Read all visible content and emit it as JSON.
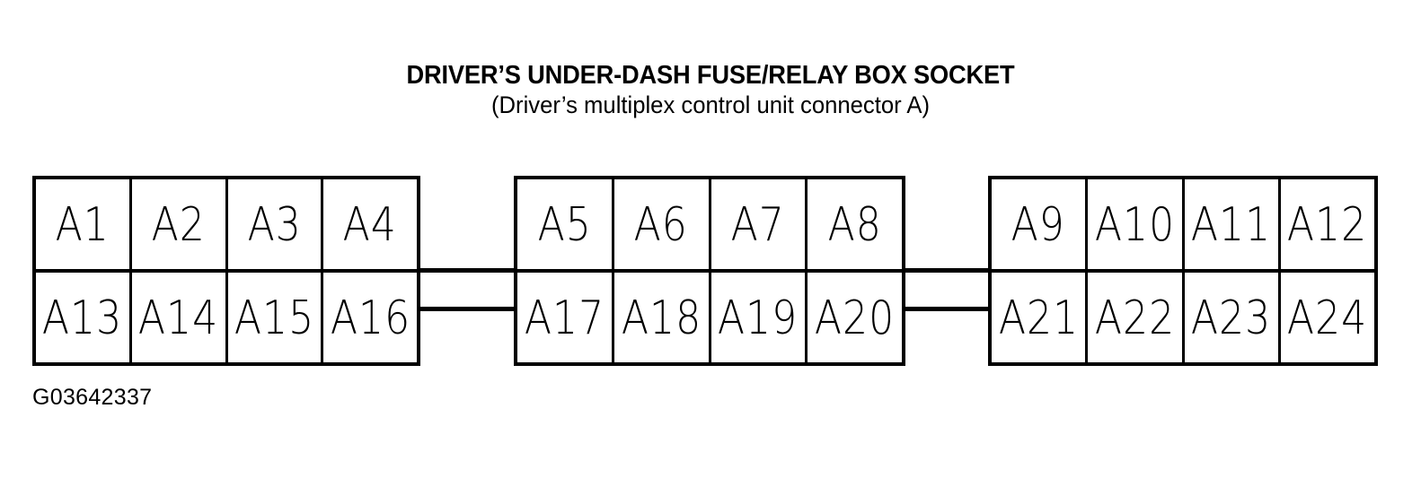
{
  "diagram": {
    "title": "DRIVER’S UNDER-DASH FUSE/RELAY BOX SOCKET",
    "subtitle": "(Driver’s multiplex control unit connector A)",
    "caption": "G03642337",
    "line_color": "#000000",
    "background_color": "#ffffff",
    "blocks": [
      {
        "name": "connector-block-1",
        "top_row": [
          "A1",
          "A2",
          "A3",
          "A4"
        ],
        "bottom_row": [
          "A13",
          "A14",
          "A15",
          "A16"
        ]
      },
      {
        "name": "connector-block-2",
        "top_row": [
          "A5",
          "A6",
          "A7",
          "A8"
        ],
        "bottom_row": [
          "A17",
          "A18",
          "A19",
          "A20"
        ]
      },
      {
        "name": "connector-block-3",
        "top_row": [
          "A9",
          "A10",
          "A11",
          "A12"
        ],
        "bottom_row": [
          "A21",
          "A22",
          "A23",
          "A24"
        ]
      }
    ]
  }
}
